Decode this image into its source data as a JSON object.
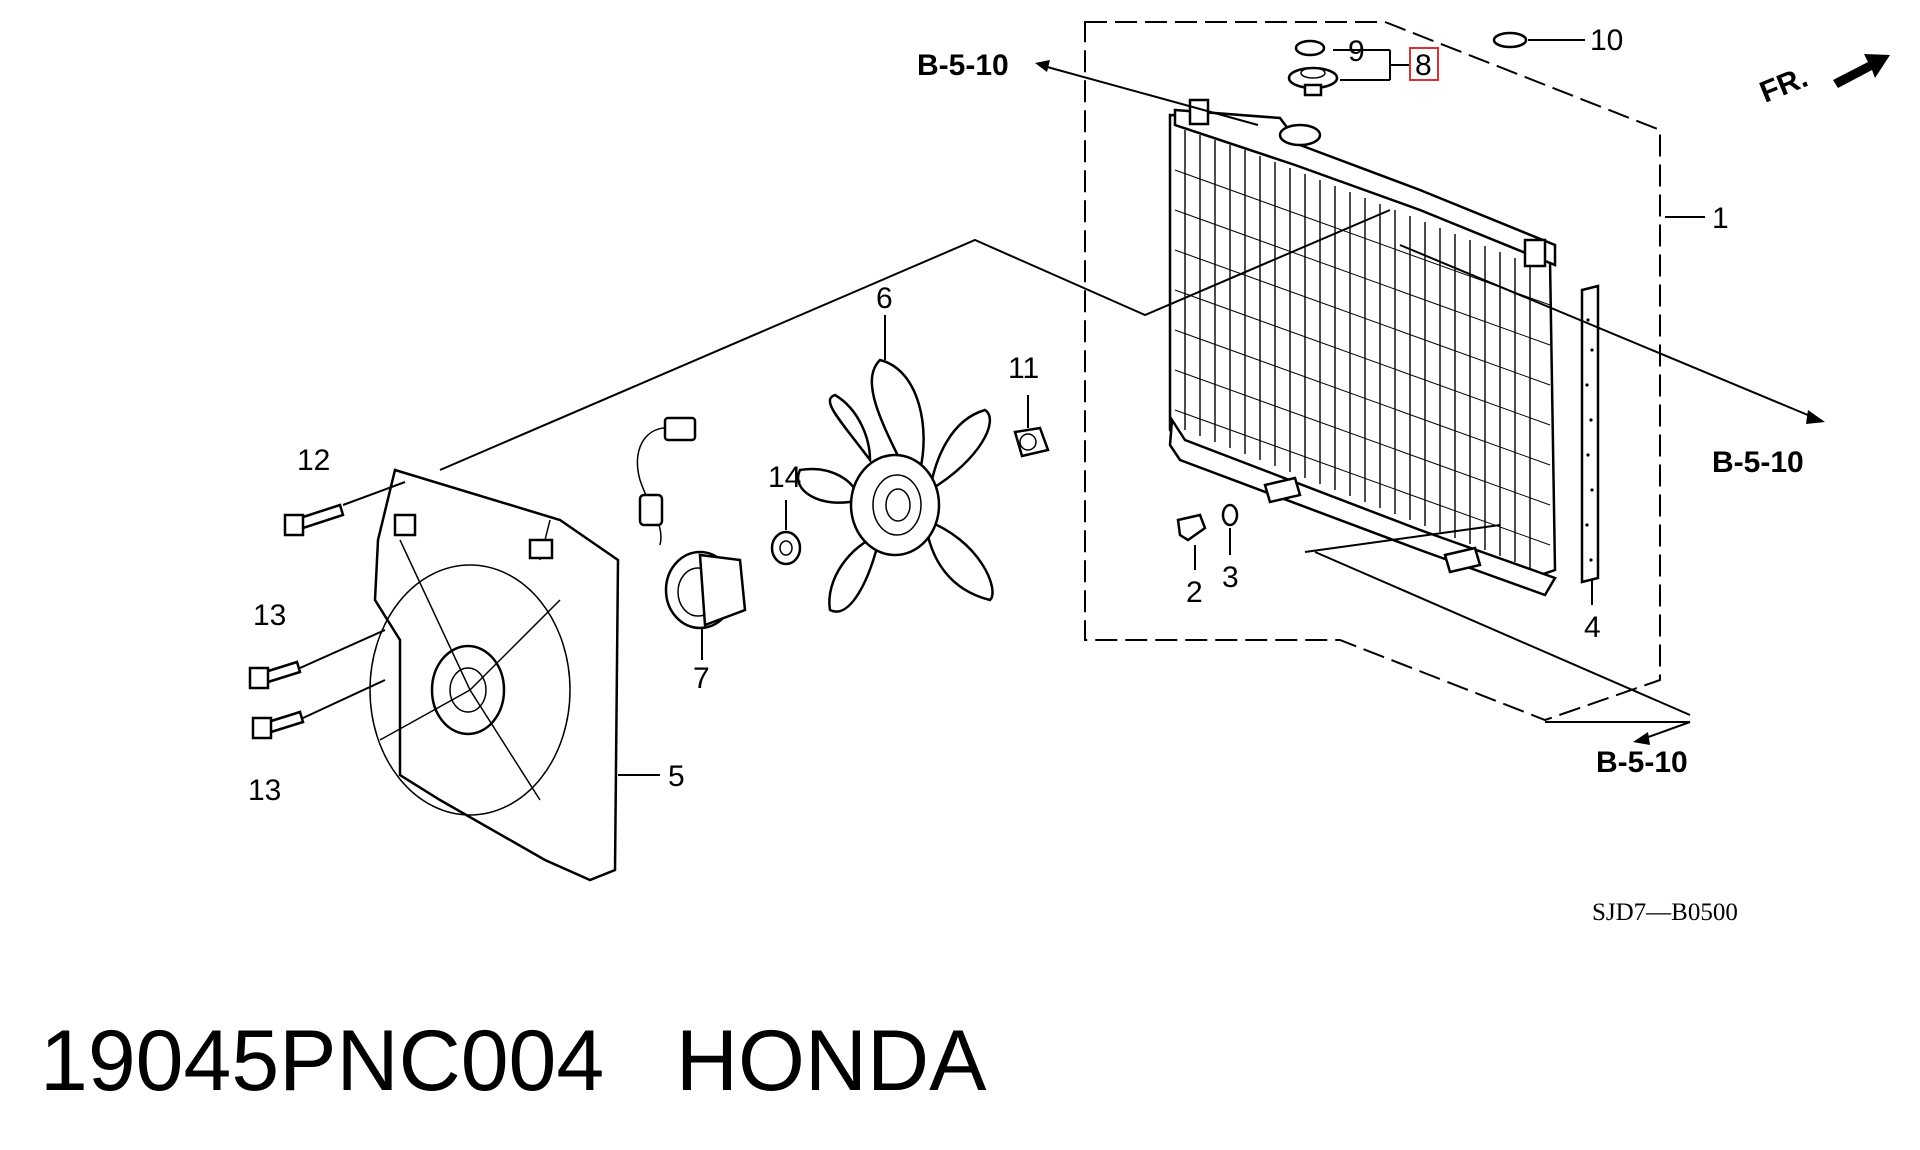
{
  "diagram": {
    "callouts": {
      "c1": "1",
      "c2": "2",
      "c3": "3",
      "c4": "4",
      "c5": "5",
      "c6": "6",
      "c7": "7",
      "c8": "8",
      "c9": "9",
      "c10": "10",
      "c11": "11",
      "c12": "12",
      "c13a": "13",
      "c13b": "13",
      "c14": "14"
    },
    "refs": {
      "top_left": "B-5-10",
      "right_mid": "B-5-10",
      "bottom_right": "B-5-10"
    },
    "front_marker": "FR.",
    "diagram_code": "SJD7—B0500",
    "highlighted_callout": "8"
  },
  "footer": {
    "title": "19045PNC004   HONDA"
  }
}
